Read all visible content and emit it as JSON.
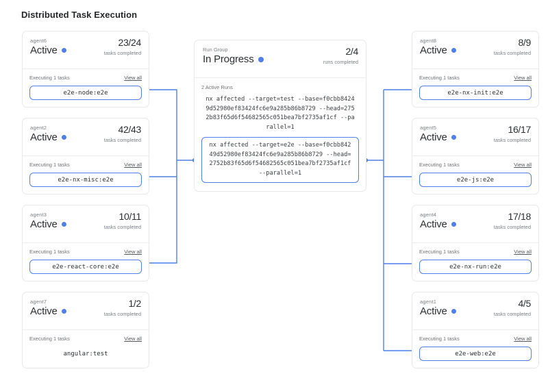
{
  "page": {
    "title": "Distributed Task Execution"
  },
  "theme": {
    "accent": "#4f7fe8",
    "edge": "#4f7fe8",
    "card_border": "#e6e8eb",
    "muted_text": "#7b8085",
    "primary_text": "#2b2f33"
  },
  "labels": {
    "executing": "Executing 1 tasks",
    "view_all": "View all",
    "tasks_completed": "tasks completed",
    "runs_completed": "runs completed",
    "state_active": "Active",
    "status_dot": "status-dot-icon"
  },
  "run_group": {
    "kicker": "Run Group",
    "state": "In Progress",
    "count": "2/4",
    "count_sub": "runs completed",
    "runs_label": "2 Active Runs",
    "runs": [
      {
        "command": "nx affected --target=test --base=f0cbb84249d52980ef83424fc6e9a285b86b8729 --head=2752b83f65d6f54682565c051bea7bf2735af1cf --parallel=1",
        "highlighted": false
      },
      {
        "command": "nx affected --target=e2e --base=f0cbb84249d52980ef83424fc6e9a285b86b8729 --head=2752b83f65d6f54682565c051bea7bf2735af1cf --parallel=1",
        "highlighted": true
      }
    ]
  },
  "agents_left": [
    {
      "name": "agent6",
      "state": "Active",
      "count": "23/24",
      "count_sub": "tasks completed",
      "executing": "Executing 1 tasks",
      "view_all": "View all",
      "task": "e2e-node:e2e",
      "boxed": true
    },
    {
      "name": "agent2",
      "state": "Active",
      "count": "42/43",
      "count_sub": "tasks completed",
      "executing": "Executing 1 tasks",
      "view_all": "View all",
      "task": "e2e-nx-misc:e2e",
      "boxed": true
    },
    {
      "name": "agent3",
      "state": "Active",
      "count": "10/11",
      "count_sub": "tasks completed",
      "executing": "Executing 1 tasks",
      "view_all": "View all",
      "task": "e2e-react-core:e2e",
      "boxed": true
    },
    {
      "name": "agent7",
      "state": "Active",
      "count": "1/2",
      "count_sub": "tasks completed",
      "executing": "Executing 1 tasks",
      "view_all": "View all",
      "task": "angular:test",
      "boxed": false
    }
  ],
  "agents_right": [
    {
      "name": "agent8",
      "state": "Active",
      "count": "8/9",
      "count_sub": "tasks completed",
      "executing": "Executing 1 tasks",
      "view_all": "View all",
      "task": "e2e-nx-init:e2e",
      "boxed": true
    },
    {
      "name": "agent5",
      "state": "Active",
      "count": "16/17",
      "count_sub": "tasks completed",
      "executing": "Executing 1 tasks",
      "view_all": "View all",
      "task": "e2e-js:e2e",
      "boxed": true
    },
    {
      "name": "agent4",
      "state": "Active",
      "count": "17/18",
      "count_sub": "tasks completed",
      "executing": "Executing 1 tasks",
      "view_all": "View all",
      "task": "e2e-nx-run:e2e",
      "boxed": true
    },
    {
      "name": "agent1",
      "state": "Active",
      "count": "4/5",
      "count_sub": "tasks completed",
      "executing": "Executing 1 tasks",
      "view_all": "View all",
      "task": "e2e-web:e2e",
      "boxed": true
    }
  ],
  "graph": {
    "description": "left tasks feed into active run; active run fans out to right tasks",
    "left_edges": [
      {
        "from": "e2e-node:e2e",
        "to": "active-run"
      },
      {
        "from": "e2e-nx-misc:e2e",
        "to": "active-run"
      },
      {
        "from": "e2e-react-core:e2e",
        "to": "active-run"
      }
    ],
    "right_edges": [
      {
        "from": "active-run",
        "to": "e2e-nx-init:e2e"
      },
      {
        "from": "active-run",
        "to": "e2e-js:e2e"
      },
      {
        "from": "active-run",
        "to": "e2e-nx-run:e2e"
      },
      {
        "from": "active-run",
        "to": "e2e-web:e2e"
      }
    ]
  }
}
